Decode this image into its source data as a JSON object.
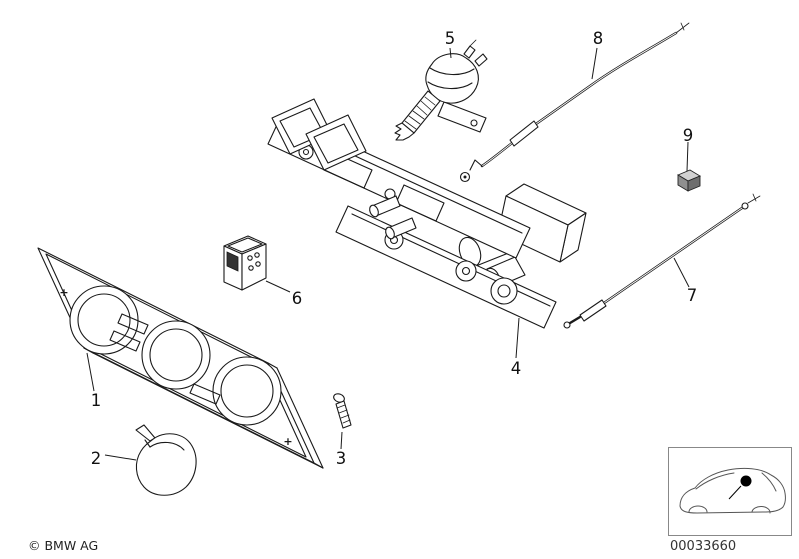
{
  "page": {
    "background_color": "#ffffff",
    "line_color": "#1a1a1a"
  },
  "callouts": {
    "n1": "1",
    "n2": "2",
    "n3": "3",
    "n4": "4",
    "n5": "5",
    "n6": "6",
    "n7": "7",
    "n8": "8",
    "n9": "9"
  },
  "panel_markings": {
    "plus_left": "+",
    "plus_right": "+"
  },
  "footer": {
    "copyright": "© BMW AG",
    "image_number": "00033660"
  }
}
